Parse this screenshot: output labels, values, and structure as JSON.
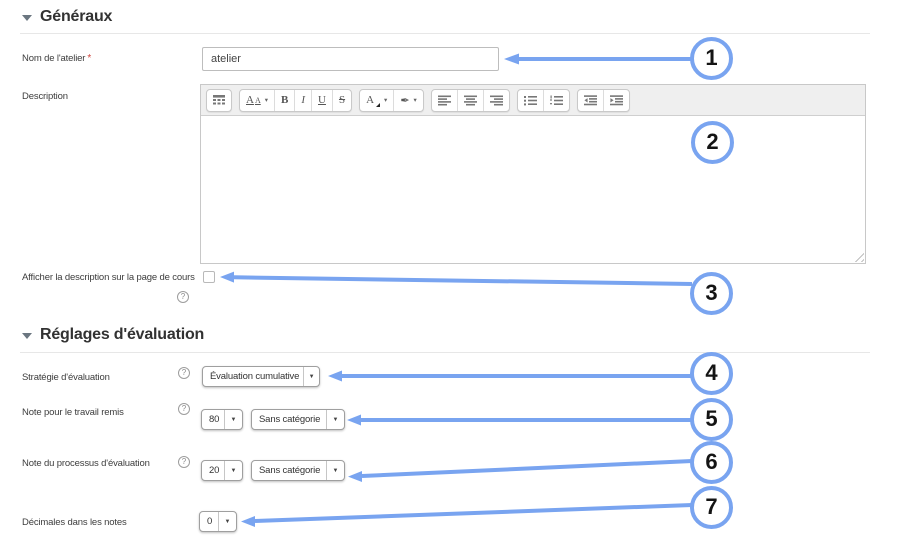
{
  "colors": {
    "annotation_blue": "#79a4f0",
    "required_red": "#d0453e"
  },
  "sections": {
    "general": {
      "title": "Généraux"
    },
    "grading": {
      "title": "Réglages d'évaluation"
    }
  },
  "form": {
    "required_marker": "*",
    "name": {
      "label": "Nom de l'atelier",
      "value": "atelier"
    },
    "description": {
      "label": "Description",
      "value": ""
    },
    "show_description": {
      "label": "Afficher la description sur la page de cours",
      "checked": false
    },
    "strategy": {
      "label": "Stratégie d'évaluation",
      "value": "Évaluation cumulative"
    },
    "submission_grade": {
      "label": "Note pour le travail remis",
      "grade": "80",
      "category": "Sans catégorie"
    },
    "assessment_grade": {
      "label": "Note du processus d'évaluation",
      "grade": "20",
      "category": "Sans catégorie"
    },
    "decimals": {
      "label": "Décimales dans les notes",
      "value": "0"
    }
  },
  "editor": {
    "toolbar": {
      "font_big": "A",
      "font_small": "A",
      "bold": "B",
      "italic": "I",
      "underline": "U",
      "strikethrough": "S",
      "color_glyph": "A",
      "brush_glyph": "✒"
    }
  },
  "icons": {
    "caret_down": "▾",
    "select_caret": "▼",
    "help": "?"
  },
  "annotations": {
    "markers": [
      "1",
      "2",
      "3",
      "4",
      "5",
      "6",
      "7"
    ]
  }
}
